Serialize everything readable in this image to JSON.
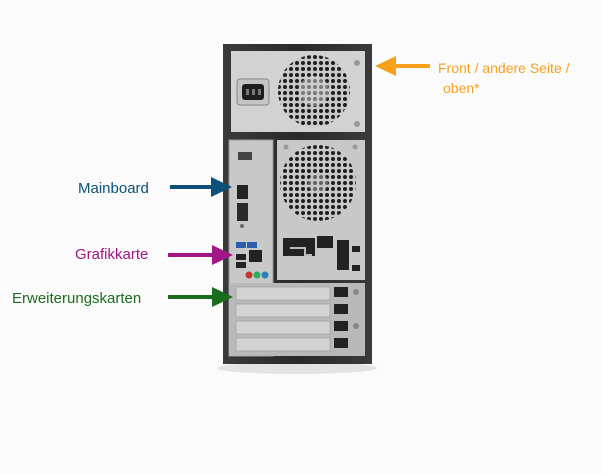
{
  "colors": {
    "front": "#f7a01c",
    "mainboard": "#0b4f7a",
    "grafik": "#a21686",
    "erweiterung": "#1b6c1c",
    "case_dark": "#2b2b2b",
    "panel_light": "#cfcfcf"
  },
  "labels": {
    "front_line1": "Front / andere Seite /",
    "front_line2": "oben*",
    "mainboard": "Mainboard",
    "grafikkarte": "Grafikkarte",
    "erweiterungskarten": "Erweiterungskarten"
  },
  "icons": {
    "arrow_front": "arrow-left-icon",
    "arrow_mainboard": "arrow-right-icon",
    "arrow_grafik": "arrow-right-icon",
    "arrow_erweiterung": "arrow-right-icon"
  }
}
